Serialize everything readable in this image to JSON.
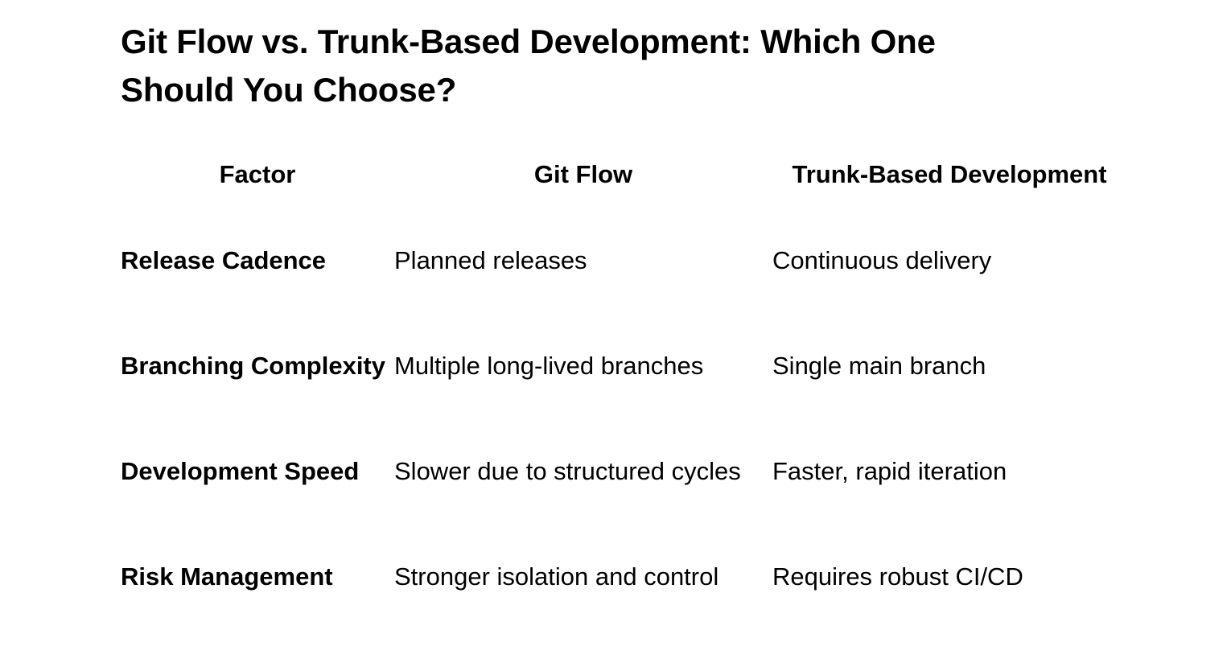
{
  "document": {
    "title": "Git Flow vs. Trunk-Based Development: Which One Should You Choose?",
    "background_color": "#ffffff",
    "text_color": "#000000"
  },
  "table": {
    "headers": {
      "factor": "Factor",
      "git_flow": "Git Flow",
      "trunk_based": "Trunk-Based Development"
    },
    "rows": [
      {
        "factor": "Release Cadence",
        "git_flow": "Planned releases",
        "trunk_based": "Continuous delivery"
      },
      {
        "factor": "Branching Complexity",
        "git_flow": "Multiple long-lived branches",
        "trunk_based": "Single main branch"
      },
      {
        "factor": "Development Speed",
        "git_flow": "Slower due to structured cycles",
        "trunk_based": "Faster, rapid iteration"
      },
      {
        "factor": "Risk Management",
        "git_flow": "Stronger isolation and control",
        "trunk_based": "Requires robust CI/CD"
      }
    ]
  }
}
